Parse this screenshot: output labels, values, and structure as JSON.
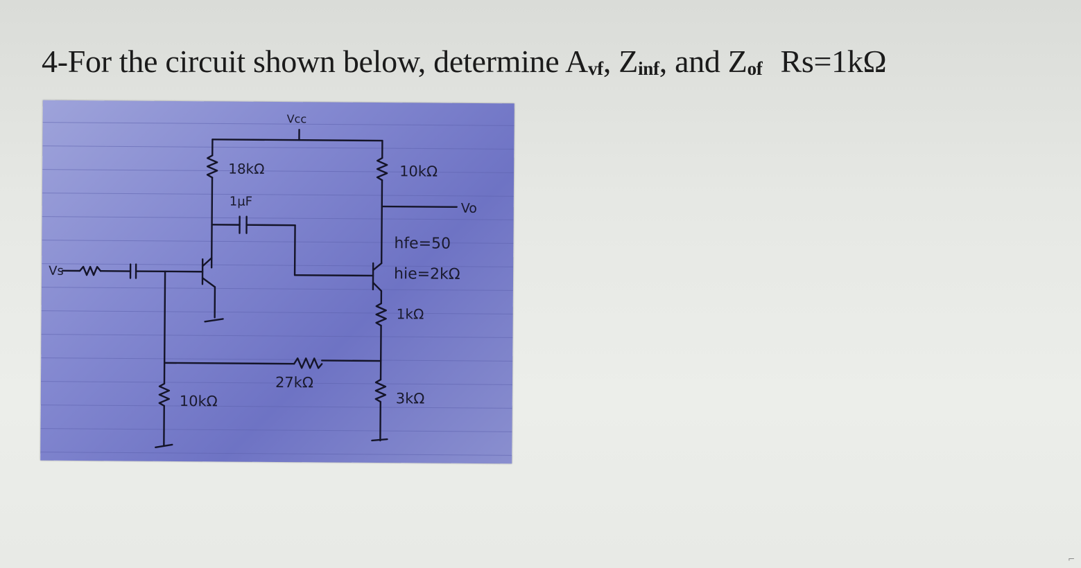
{
  "question": {
    "prefix": "4-For the circuit shown below, determine A",
    "avf_sub": "vf",
    "sep1": ", Z",
    "zin_sub": "inf",
    "sep2": ", and Z",
    "zout_sub": "of",
    "rs": "Rs=1kΩ"
  },
  "circuit": {
    "vcc": "Vcc",
    "r1": "18kΩ",
    "cap": "1μF",
    "rc": "10kΩ",
    "vo": "Vo",
    "hfe": "hfe=50",
    "hie": "hie=2kΩ",
    "vs": "Vs",
    "re": "1kΩ",
    "rf": "27kΩ",
    "re2": "3kΩ",
    "rb": "10kΩ"
  }
}
